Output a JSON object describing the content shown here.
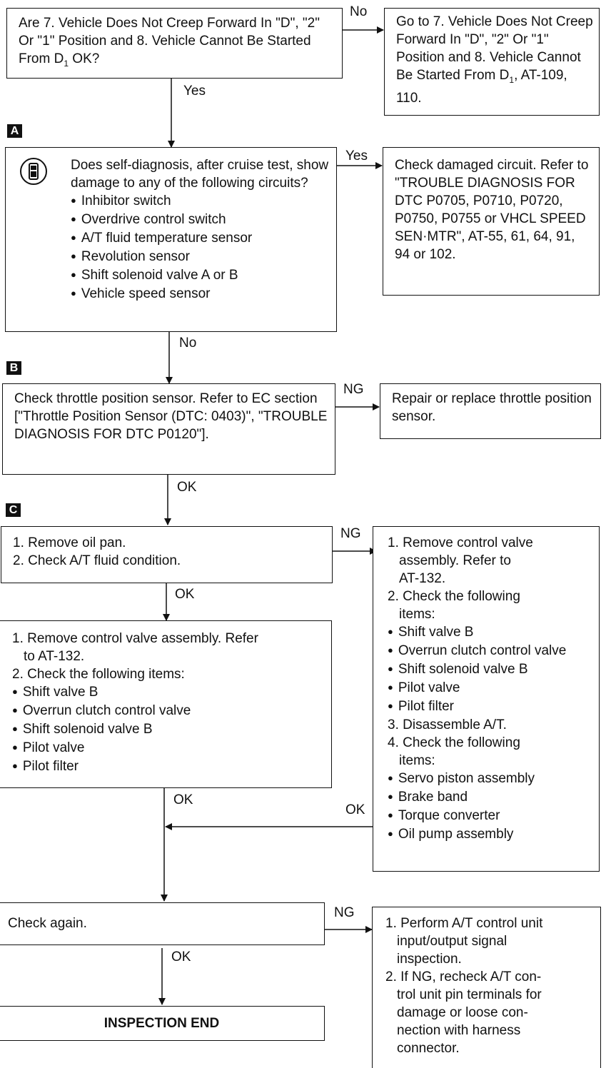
{
  "q1": {
    "text": "Are 7. Vehicle Does Not Creep Forward In \"D\", \"2\" Or \"1\" Position and 8. Vehicle Cannot Be Started From D",
    "sub": "1",
    "tail": " OK?",
    "no_label": "No",
    "yes_label": "Yes"
  },
  "r1": {
    "text": "Go to 7. Vehicle Does Not Creep Forward In \"D\", \"2\" Or \"1\" Position and 8. Vehicle Cannot Be Started From D",
    "sub": "1",
    "tail": ", AT-109, 110."
  },
  "stepA": {
    "marker": "A",
    "question": "Does self-diagnosis, after cruise test, show damage to any of the following circuits?",
    "items": [
      "Inhibitor switch",
      "Overdrive control switch",
      "A/T fluid temperature sensor",
      "Revolution sensor",
      "Shift solenoid valve A or B",
      "Vehicle speed sensor"
    ],
    "yes_label": "Yes",
    "no_label": "No",
    "icon": "diagnosis-tester-icon"
  },
  "rA": {
    "text": "Check damaged circuit. Refer to \"TROUBLE DIAGNOSIS FOR DTC P0705, P0710, P0720, P0750, P0755 or VHCL SPEED SEN·MTR\", AT-55, 61, 64, 91, 94 or 102."
  },
  "stepB": {
    "marker": "B",
    "text": "Check throttle position sensor. Refer to EC section [\"Throttle Position Sensor (DTC: 0403)\", \"TROUBLE DIAGNOSIS FOR DTC P0120\"].",
    "ng_label": "NG",
    "ok_label": "OK"
  },
  "rB": {
    "text": "Repair or replace throttle position sensor."
  },
  "stepC": {
    "marker": "C",
    "line1": "1. Remove oil pan.",
    "line2": "2. Check A/T fluid condition.",
    "ng_label": "NG",
    "ok_label": "OK"
  },
  "rC": {
    "l1": "1. Remove control valve",
    "l1b": "assembly. Refer to",
    "l1c": "AT-132.",
    "l2": "2. Check the following",
    "l2b": "items:",
    "items1": [
      "Shift valve B",
      "Overrun clutch control valve",
      "Shift solenoid valve B",
      "Pilot valve",
      "Pilot filter"
    ],
    "l3": "3. Disassemble A/T.",
    "l4": "4. Check the following",
    "l4b": "items:",
    "items2": [
      "Servo piston assembly",
      "Brake band",
      "Torque converter",
      "Oil pump assembly"
    ],
    "ok_label": "OK"
  },
  "stepD": {
    "l1": "1. Remove control valve assembly. Refer",
    "l1b": "to AT-132.",
    "l2": "2. Check the following items:",
    "items": [
      "Shift valve B",
      "Overrun clutch control valve",
      "Shift solenoid valve B",
      "Pilot valve",
      "Pilot filter"
    ],
    "ok_label": "OK"
  },
  "stepE": {
    "text": "Check again.",
    "ng_label": "NG",
    "ok_label": "OK"
  },
  "rE": {
    "l1": "1. Perform A/T control unit",
    "l1b": "input/output signal",
    "l1c": "inspection.",
    "l2": "2. If NG, recheck A/T con-",
    "l2b": "trol unit pin terminals for",
    "l2c": "damage or loose con-",
    "l2d": "nection with harness",
    "l2e": "connector."
  },
  "end": {
    "text": "INSPECTION END"
  }
}
